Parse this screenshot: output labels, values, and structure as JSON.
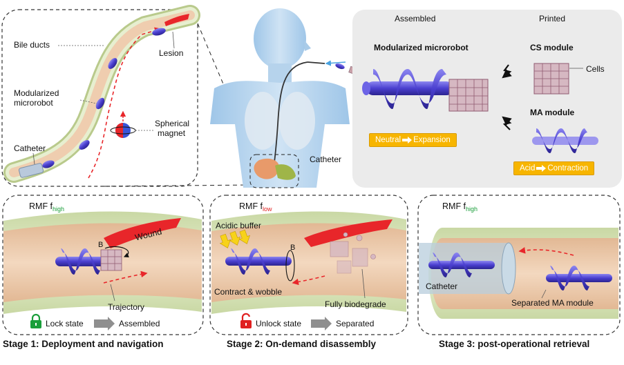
{
  "top_left": {
    "bile_ducts": "Bile ducts",
    "lesion": "Lesion",
    "modularized_1": "Modularized",
    "modularized_2": "microrobot",
    "spherical_1": "Spherical",
    "spherical_2": "magnet",
    "catheter": "Catheter"
  },
  "center": {
    "catheter": "Catheter"
  },
  "top_right": {
    "assembled": "Assembled",
    "printed": "Printed",
    "modularized_microrobot": "Modularized microrobot",
    "cs_module": "CS module",
    "cells": "Cells",
    "ma_module": "MA module",
    "pill_neutral": "Neutral",
    "pill_expansion": "Expansion",
    "pill_acid": "Acid",
    "pill_contraction": "Contraction"
  },
  "stage1": {
    "rmf": "RMF f",
    "rmf_sub": "high",
    "wound": "Wound",
    "b": "B",
    "trajectory": "Trajectory",
    "lock_state": "Lock state",
    "assembled": "Assembled",
    "title": "Stage 1: Deployment and navigation"
  },
  "stage2": {
    "rmf": "RMF f",
    "rmf_sub": "low",
    "acidic_buffer": "Acidic buffer",
    "b": "B",
    "contract_wobble": "Contract & wobble",
    "fully_biodegrade": "Fully biodegrade",
    "unlock_state": "Unlock state",
    "separated": "Separated",
    "title": "Stage 2: On-demand disassembly"
  },
  "stage3": {
    "rmf": "RMF f",
    "rmf_sub": "high",
    "catheter": "Catheter",
    "separated_ma": "Separated MA module",
    "title": "Stage 3: post-operational retrieval"
  },
  "colors": {
    "robot": "#5b4fd8",
    "duct_outer": "#d8e3b8",
    "duct_inner": "#e9c9a8",
    "wound": "#e8262a",
    "accent_green": "#1a9e3a",
    "accent_red": "#e02020",
    "pill": "#f7b500"
  }
}
